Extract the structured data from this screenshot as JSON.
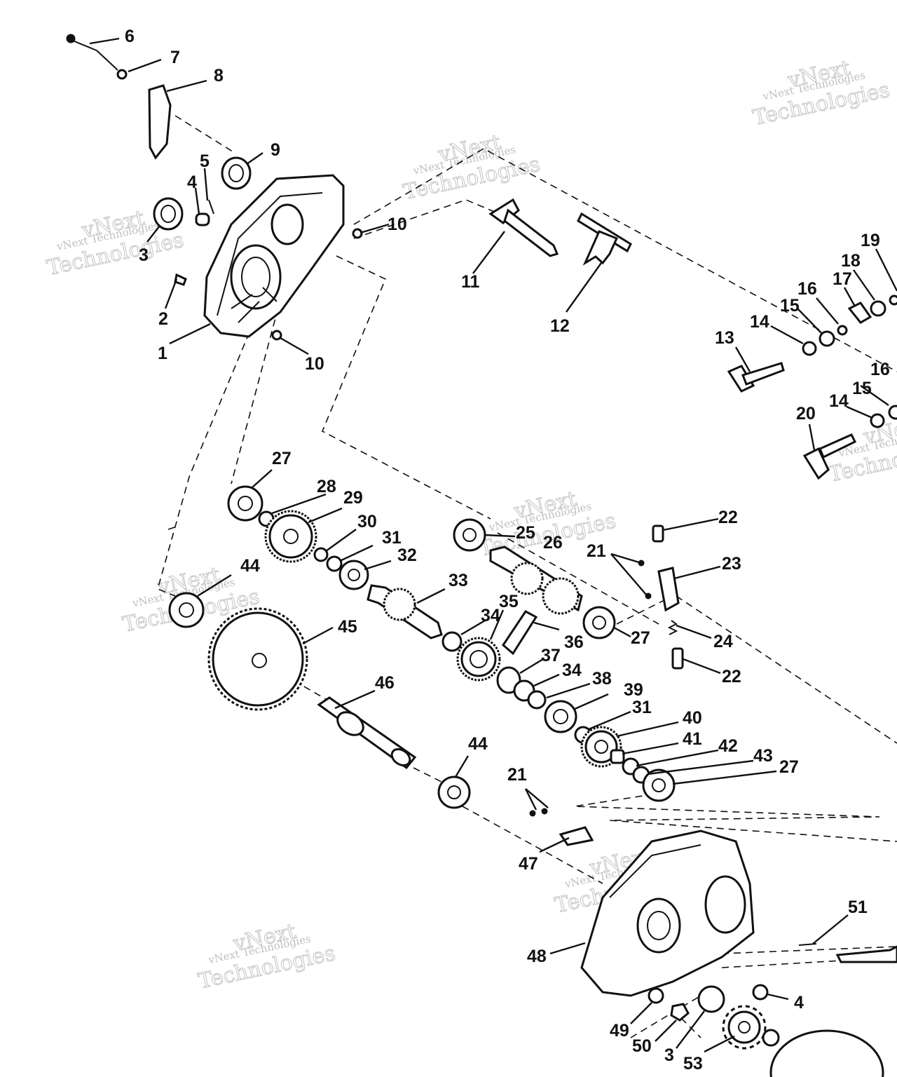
{
  "watermark": {
    "line1": "vNext Technologies",
    "line2": "vNext",
    "line3": "Technologies"
  },
  "callouts": [
    {
      "id": "c6",
      "text": "6"
    },
    {
      "id": "c7",
      "text": "7"
    },
    {
      "id": "c8",
      "text": "8"
    },
    {
      "id": "c9",
      "text": "9"
    },
    {
      "id": "c5",
      "text": "5"
    },
    {
      "id": "c4a",
      "text": "4"
    },
    {
      "id": "c3a",
      "text": "3"
    },
    {
      "id": "c2",
      "text": "2"
    },
    {
      "id": "c1",
      "text": "1"
    },
    {
      "id": "c10a",
      "text": "10"
    },
    {
      "id": "c10b",
      "text": "10"
    },
    {
      "id": "c11",
      "text": "11"
    },
    {
      "id": "c12",
      "text": "12"
    },
    {
      "id": "c19",
      "text": "19"
    },
    {
      "id": "c18",
      "text": "18"
    },
    {
      "id": "c17",
      "text": "17"
    },
    {
      "id": "c16a",
      "text": "16"
    },
    {
      "id": "c15a",
      "text": "15"
    },
    {
      "id": "c14a",
      "text": "14"
    },
    {
      "id": "c13",
      "text": "13"
    },
    {
      "id": "c16b",
      "text": "16"
    },
    {
      "id": "c15b",
      "text": "15"
    },
    {
      "id": "c14b",
      "text": "14"
    },
    {
      "id": "c20",
      "text": "20"
    },
    {
      "id": "c27a",
      "text": "27"
    },
    {
      "id": "c28",
      "text": "28"
    },
    {
      "id": "c29",
      "text": "29"
    },
    {
      "id": "c30",
      "text": "30"
    },
    {
      "id": "c31a",
      "text": "31"
    },
    {
      "id": "c32",
      "text": "32"
    },
    {
      "id": "c33",
      "text": "33"
    },
    {
      "id": "c44a",
      "text": "44"
    },
    {
      "id": "c45",
      "text": "45"
    },
    {
      "id": "c25",
      "text": "25"
    },
    {
      "id": "c26",
      "text": "26"
    },
    {
      "id": "c22a",
      "text": "22"
    },
    {
      "id": "c21a",
      "text": "21"
    },
    {
      "id": "c23",
      "text": "23"
    },
    {
      "id": "c24",
      "text": "24"
    },
    {
      "id": "c22b",
      "text": "22"
    },
    {
      "id": "c27b",
      "text": "27"
    },
    {
      "id": "c34a",
      "text": "34"
    },
    {
      "id": "c35",
      "text": "35"
    },
    {
      "id": "c36",
      "text": "36"
    },
    {
      "id": "c37",
      "text": "37"
    },
    {
      "id": "c34b",
      "text": "34"
    },
    {
      "id": "c38",
      "text": "38"
    },
    {
      "id": "c39",
      "text": "39"
    },
    {
      "id": "c31b",
      "text": "31"
    },
    {
      "id": "c40",
      "text": "40"
    },
    {
      "id": "c41",
      "text": "41"
    },
    {
      "id": "c42",
      "text": "42"
    },
    {
      "id": "c43",
      "text": "43"
    },
    {
      "id": "c27c",
      "text": "27"
    },
    {
      "id": "c46",
      "text": "46"
    },
    {
      "id": "c44b",
      "text": "44"
    },
    {
      "id": "c21b",
      "text": "21"
    },
    {
      "id": "c47",
      "text": "47"
    },
    {
      "id": "c48",
      "text": "48"
    },
    {
      "id": "c51",
      "text": "51"
    },
    {
      "id": "c4b",
      "text": "4"
    },
    {
      "id": "c49",
      "text": "49"
    },
    {
      "id": "c50",
      "text": "50"
    },
    {
      "id": "c3b",
      "text": "3"
    },
    {
      "id": "c53",
      "text": "53"
    }
  ]
}
